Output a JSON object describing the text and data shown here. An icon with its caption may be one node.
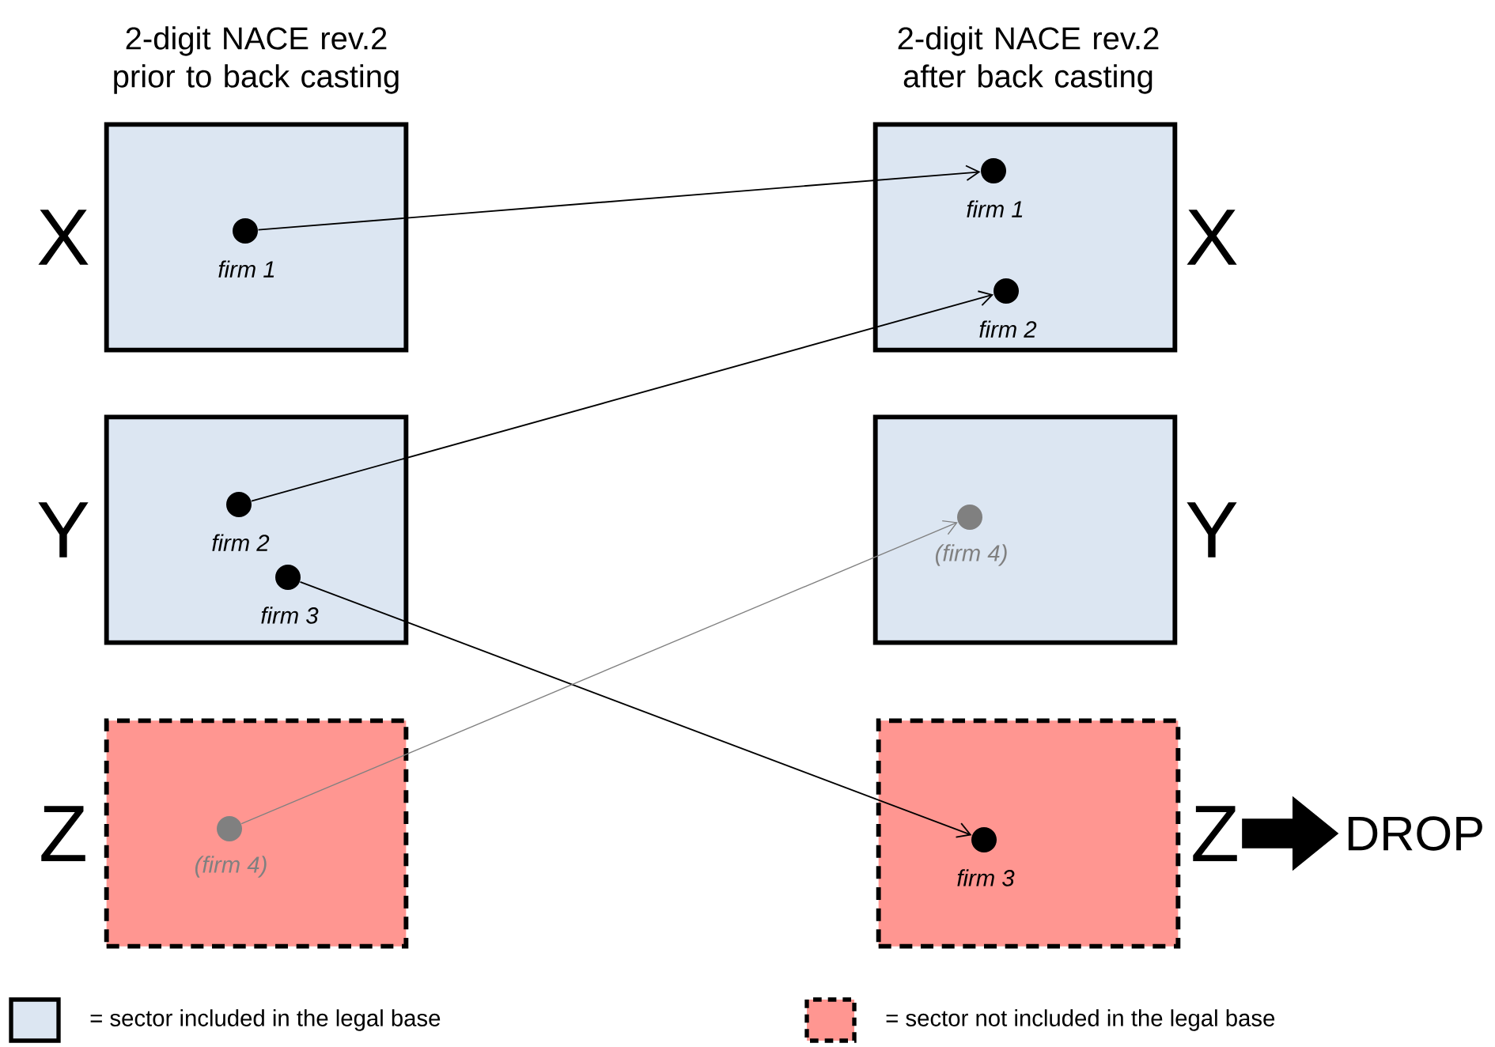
{
  "diagram": {
    "nodes": [
      {
        "text": [
          "X"
        ]
      },
      {
        "text": [
          "firm 1"
        ],
        "in": 0
      },
      {
        "text": [
          "X"
        ]
      },
      {
        "text": [
          "firm 1"
        ],
        "in": 2
      },
      {
        "text": [
          "firm 2"
        ],
        "in": 2
      },
      {
        "text": [
          "Y"
        ]
      },
      {
        "text": [
          "firm 2"
        ],
        "in": 5
      },
      {
        "text": [
          "firm 3"
        ],
        "in": 5
      },
      {
        "text": [
          "Y"
        ]
      },
      {
        "text": [
          "(firm 4)"
        ],
        "in": 8
      },
      {
        "text": [
          "Z"
        ]
      },
      {
        "text": [
          "(firm 4)"
        ],
        "in": 10
      },
      {
        "text": [
          "Z"
        ]
      },
      {
        "text": [
          "firm 3"
        ],
        "in": 12
      },
      {
        "text": [
          "DROP"
        ]
      }
    ],
    "edges": [
      {
        "from": 1,
        "to": 3,
        "arrow": "to"
      },
      {
        "from": 6,
        "to": 4,
        "arrow": "to"
      },
      {
        "from": 7,
        "to": 13,
        "arrow": "to"
      },
      {
        "from": 11,
        "to": 9,
        "arrow": "to",
        "color": "#808080"
      },
      {
        "from": 12,
        "to": 14,
        "arrow": "to",
        "style": "thick"
      }
    ],
    "labels": [
      "2-digit NACE rev.2 prior to back casting",
      "2-digit NACE rev.2 after back casting"
    ],
    "legend": [
      {
        "text": "= sector included in the legal base",
        "color": "#dce6f2"
      },
      {
        "text": "= sector not included in the legal base",
        "color": "#ff9691"
      }
    ]
  }
}
